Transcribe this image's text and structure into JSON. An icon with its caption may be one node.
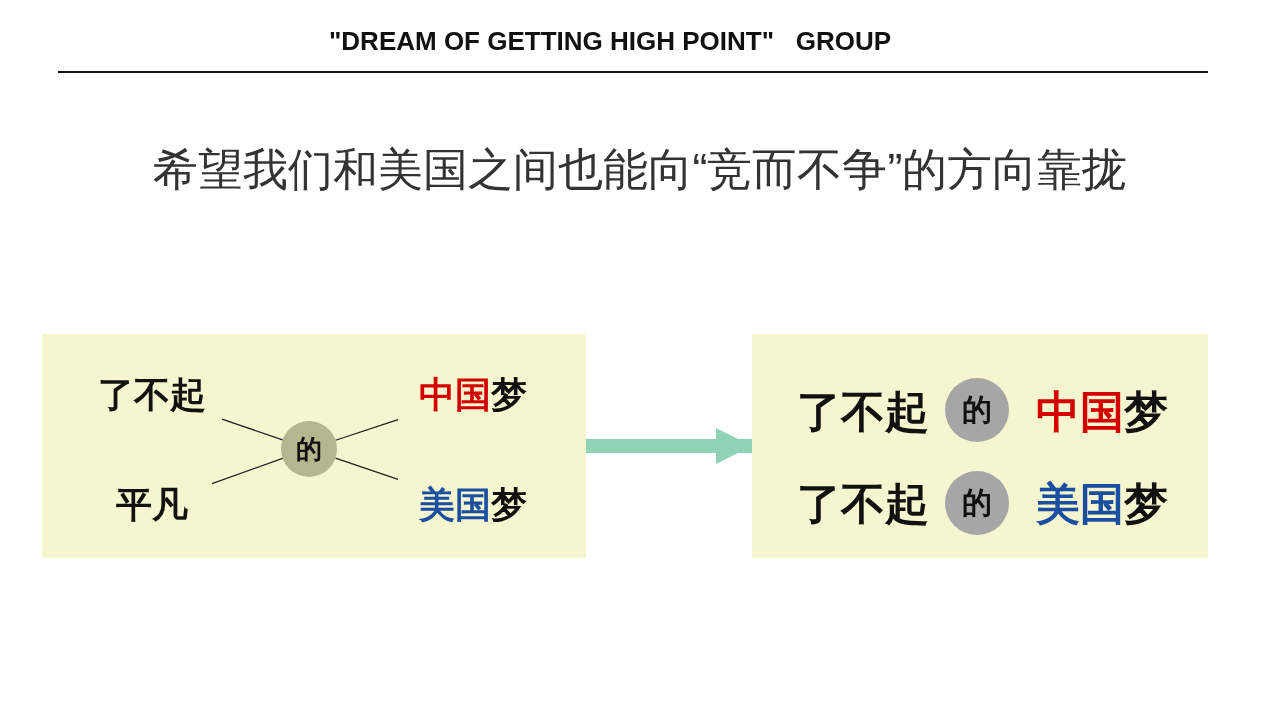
{
  "diagram": {
    "title": "\"DREAM OF GETTING HIGH POINT\"   GROUP",
    "nodes": [
      {
        "text": [],
        "shape": "box"
      },
      {
        "text": [
          "了不起"
        ],
        "in": 0
      },
      {
        "text": [
          "中国梦"
        ],
        "in": 0
      },
      {
        "text": [
          "的"
        ],
        "in": 0
      },
      {
        "text": [
          "平凡"
        ],
        "in": 0
      },
      {
        "text": [
          "美国梦"
        ],
        "in": 0
      },
      {
        "text": [],
        "shape": "box"
      },
      {
        "text": [
          "了不起"
        ],
        "in": 6
      },
      {
        "text": [
          "的"
        ],
        "in": 6
      },
      {
        "text": [
          "中国梦"
        ],
        "in": 6
      },
      {
        "text": [
          "了不起"
        ],
        "in": 6
      },
      {
        "text": [
          "的"
        ],
        "in": 6
      },
      {
        "text": [
          "美国梦"
        ],
        "in": 6
      }
    ],
    "edges": [
      {
        "from": 1,
        "to": 3,
        "arrow": "none"
      },
      {
        "from": 2,
        "to": 3,
        "arrow": "none"
      },
      {
        "from": 4,
        "to": 3,
        "arrow": "none"
      },
      {
        "from": 5,
        "to": 3,
        "arrow": "none"
      },
      {
        "from": 0,
        "to": 6,
        "arrow": "to",
        "style": "thick",
        "color": "#8fd3b6"
      }
    ],
    "labels": [
      "希望我们和美国之间也能向“竞而不争”的方向靠拢"
    ]
  }
}
